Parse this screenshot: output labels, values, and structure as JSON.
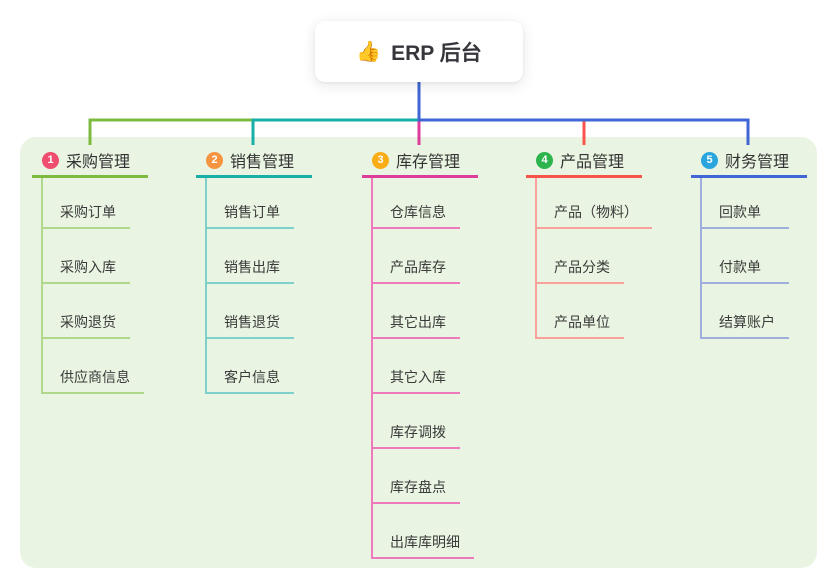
{
  "canvas": {
    "page_background": "#ffffff",
    "panel_background": "#E9F5E2"
  },
  "root": {
    "icon": "👍",
    "label": "ERP 后台"
  },
  "branches": [
    {
      "num": "1",
      "label": "采购管理",
      "badge_color": "#EF4D6E",
      "line_color": "#7CBB3F",
      "child_line_color": "#AFD88D",
      "children": [
        "采购订单",
        "采购入库",
        "采购退货",
        "供应商信息"
      ]
    },
    {
      "num": "2",
      "label": "销售管理",
      "badge_color": "#F79441",
      "line_color": "#17AFA6",
      "child_line_color": "#7FD0C9",
      "children": [
        "销售订单",
        "销售出库",
        "销售退货",
        "客户信息"
      ]
    },
    {
      "num": "3",
      "label": "库存管理",
      "badge_color": "#FBAD15",
      "line_color": "#DE3C9B",
      "child_line_color": "#EE79BC",
      "children": [
        "仓库信息",
        "产品库存",
        "其它出库",
        "其它入库",
        "库存调拨",
        "库存盘点",
        "出库库明细"
      ]
    },
    {
      "num": "4",
      "label": "产品管理",
      "badge_color": "#2DB44D",
      "line_color": "#F8544B",
      "child_line_color": "#F9A19A",
      "children": [
        "产品（物料）",
        "产品分类",
        "产品单位"
      ]
    },
    {
      "num": "5",
      "label": "财务管理",
      "badge_color": "#2BA5DD",
      "line_color": "#3F66D4",
      "child_line_color": "#9FAEDC",
      "children": [
        "回款单",
        "付款单",
        "结算账户"
      ]
    }
  ]
}
